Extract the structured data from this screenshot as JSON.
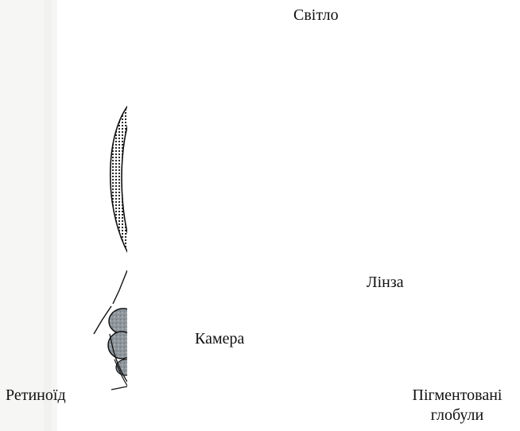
{
  "labels": {
    "light": "Світло",
    "lens": "Лінза",
    "camera": "Камера",
    "retinoid": "Ретиноїд",
    "pigment_line1": "Пігментовані",
    "pigment_line2": "глобули"
  },
  "colors": {
    "background": "#ffffff",
    "ink": "#111111",
    "globule_fill": "#8e969c",
    "paper_shadow": "#f1f1ef"
  }
}
